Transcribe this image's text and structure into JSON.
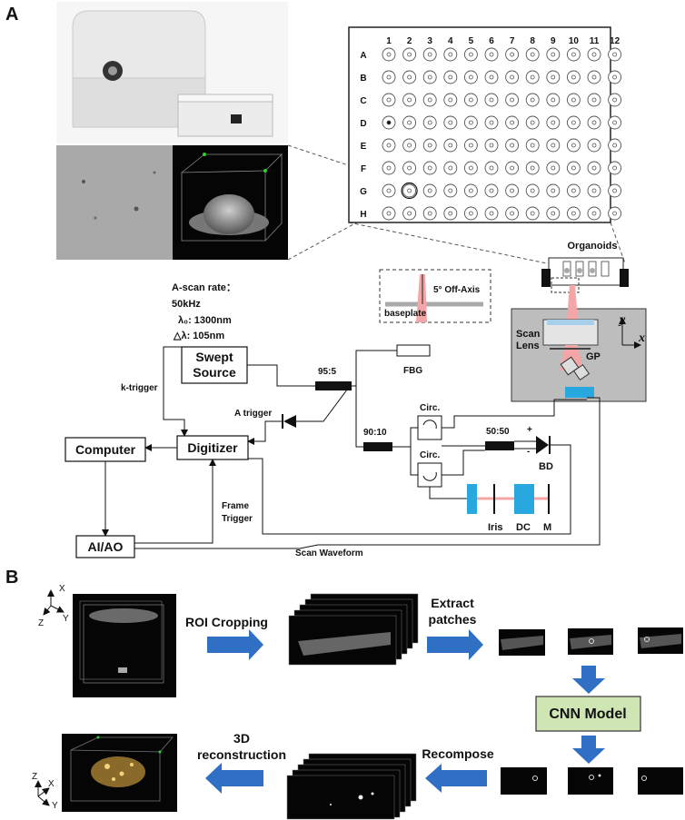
{
  "panel_a": {
    "label": "A",
    "plate": {
      "columns": [
        "1",
        "2",
        "3",
        "4",
        "5",
        "6",
        "7",
        "8",
        "9",
        "10",
        "11",
        "12"
      ],
      "rows": [
        "A",
        "B",
        "C",
        "D",
        "E",
        "F",
        "G",
        "H"
      ]
    },
    "source_params": {
      "line1": "A-scan rate：",
      "line2": "50kHz",
      "line3": "λ₀: 1300nm",
      "line4": "△λ: 105nm"
    },
    "organoids_label": "Organoids",
    "off_axis_label": "5° Off-Axis",
    "baseplate_label": "baseplate",
    "scan_lens_label": "Scan\nLens",
    "scan_lens_line1": "Scan",
    "scan_lens_line2": "Lens",
    "gp_label": "GP",
    "axis_y": "y",
    "axis_x": "x",
    "swept_source_line1": "Swept",
    "swept_source_line2": "Source",
    "computer": "Computer",
    "digitizer": "Digitizer",
    "aiao": "AI/AO",
    "k_trigger": "k-trigger",
    "a_trigger": "A trigger",
    "frame_trigger_line1": "Frame",
    "frame_trigger_line2": "Trigger",
    "scan_waveform": "Scan Waveform",
    "coupler_95_5": "95:5",
    "coupler_90_10": "90:10",
    "coupler_50_50": "50:50",
    "fbg": "FBG",
    "circ1": "Circ.",
    "circ2": "Circ.",
    "bd": "BD",
    "plus": "+",
    "minus": "-",
    "iris": "Iris",
    "dc": "DC",
    "m": "M"
  },
  "panel_b": {
    "label": "B",
    "roi_cropping": "ROI Cropping",
    "extract_line1": "Extract",
    "extract_line2": "patches",
    "cnn_model": "CNN Model",
    "recompose": "Recompose",
    "recon_line1": "3D",
    "recon_line2": "reconstruction",
    "axes1": {
      "x": "X",
      "y": "Y",
      "z": "Z"
    },
    "axes2": {
      "x": "X",
      "y": "Y",
      "z": "Z"
    }
  },
  "colors": {
    "arrow_blue": "#2f6fc4",
    "cnn_fill": "#cfe5b4",
    "scan_gray": "#bdbdbd",
    "beam_pink": "#f4a6a6",
    "cyan": "#29a8e0"
  }
}
